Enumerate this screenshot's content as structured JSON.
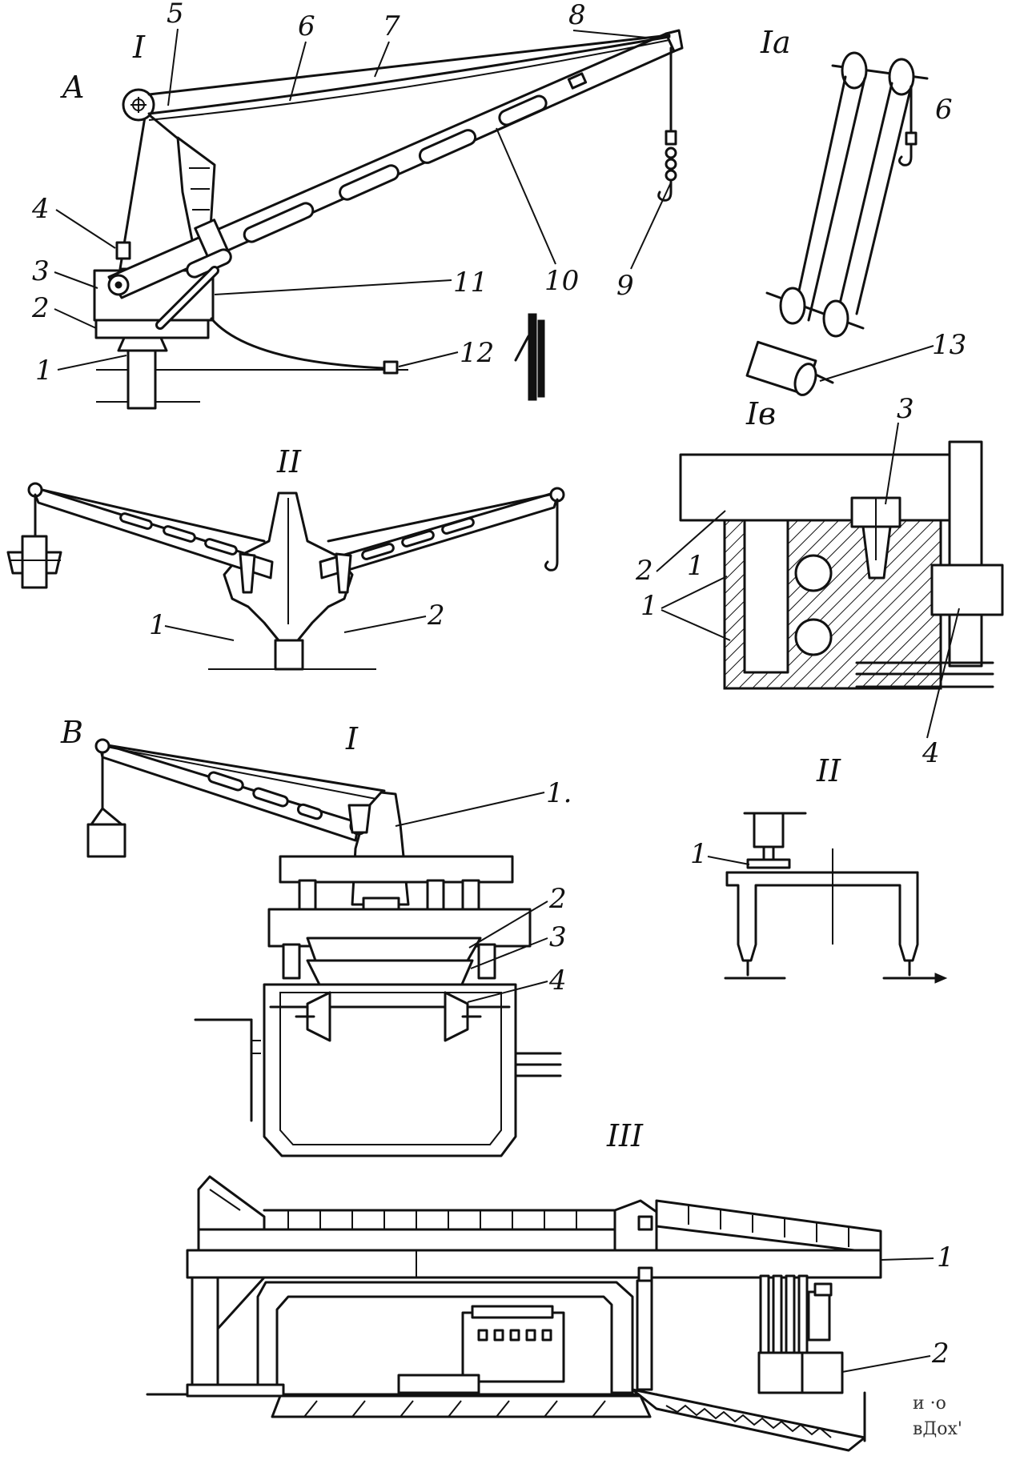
{
  "figure": {
    "section_A": {
      "letter": "A",
      "roman": "I",
      "part_labels": [
        "1",
        "2",
        "3",
        "4",
        "5",
        "6",
        "7",
        "8",
        "9",
        "10",
        "11",
        "12"
      ],
      "detail_a": {
        "title": "Ia",
        "labels": [
          "6",
          "13"
        ]
      },
      "detail_b": {
        "title": "Iв",
        "labels": [
          "1",
          "2",
          "3",
          "4"
        ]
      },
      "double_crane": {
        "title": "II",
        "labels": [
          "1",
          "2"
        ]
      }
    },
    "section_B": {
      "letter": "B",
      "roman": "I",
      "labels": [
        "1.",
        "2",
        "3",
        "4"
      ],
      "portal": {
        "title": "II",
        "labels": [
          "1"
        ]
      },
      "gantry": {
        "title": "III",
        "labels": [
          "1",
          "2"
        ]
      }
    },
    "margin_text": [
      "и ·о",
      "вДох'"
    ]
  }
}
